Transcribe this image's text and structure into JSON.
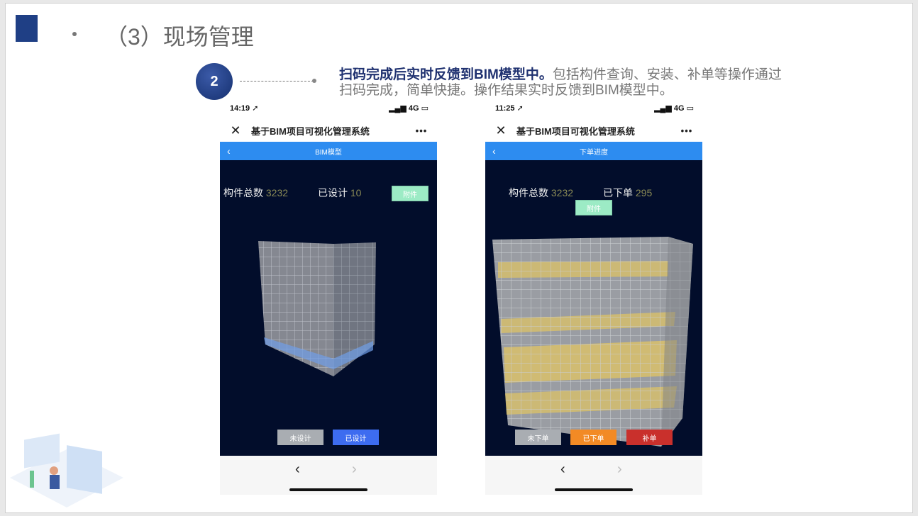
{
  "slide": {
    "title": "（3）现场管理",
    "step": "2",
    "desc_bold": "扫码完成后实时反馈到BIM模型中。",
    "desc_rest": "包括构件查询、安装、补单等操作通过扫码完成，简单快捷。操作结果实时反馈到BIM模型中。"
  },
  "phones": [
    {
      "time": "14:19 ➚",
      "network": "4G",
      "app_title": "基于BIM项目可视化管理系统",
      "nav_title": "BIM模型",
      "total_label": "构件总数",
      "total": "3232",
      "done_label": "已设计",
      "done": "10",
      "attach": "附件",
      "buttons": [
        "未设计",
        "已设计"
      ]
    },
    {
      "time": "11:25 ➚",
      "network": "4G",
      "app_title": "基于BIM项目可视化管理系统",
      "nav_title": "下单进度",
      "total_label": "构件总数",
      "total": "3232",
      "done_label": "已下单",
      "done": "295",
      "attach": "附件",
      "buttons": [
        "未下单",
        "已下单",
        "补单"
      ]
    }
  ],
  "colors": {
    "accent": "#1f3f85",
    "nav": "#2d8cf0",
    "stage": "#020d2b"
  }
}
